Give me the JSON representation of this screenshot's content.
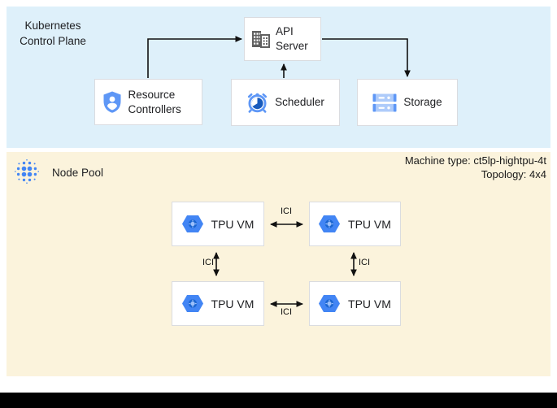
{
  "control_plane": {
    "title": "Kubernetes Control Plane",
    "api_server_label": "API Server",
    "resource_controllers_label": "Resource Controllers",
    "scheduler_label": "Scheduler",
    "storage_label": "Storage"
  },
  "node_pool": {
    "title": "Node Pool",
    "machine_type": "Machine type: ct5lp-hightpu-4t",
    "topology": "Topology: 4x4",
    "ici_label": "ICI",
    "vms": [
      {
        "label": "TPU VM"
      },
      {
        "label": "TPU VM"
      },
      {
        "label": "TPU VM"
      },
      {
        "label": "TPU VM"
      }
    ]
  },
  "colors": {
    "control_plane_bg": "#def0fa",
    "node_pool_bg": "#fbf3dc",
    "box_border": "#dadce0",
    "icon_blue": "#4285f4",
    "icon_blue_light": "#aecbfa",
    "icon_blue_medium": "#5e97f6",
    "icon_blue_dark": "#185abc",
    "icon_gray": "#616161",
    "arrow_color": "#111111",
    "footer_bar": "#000000"
  }
}
